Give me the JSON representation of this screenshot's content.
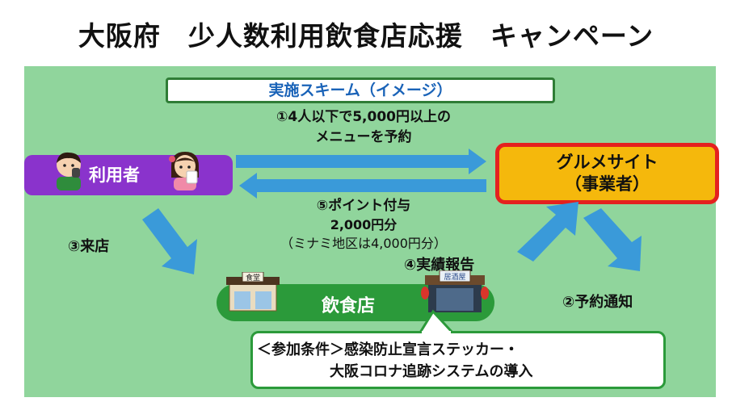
{
  "title": "大阪府　少人数利用飲食店応援　キャンペーン",
  "scheme_label": "実施スキーム（イメージ）",
  "step1": {
    "line1": "①4人以下で5,000円以上の",
    "line2": "メニューを予約"
  },
  "user_label": "利用者",
  "gourmet": {
    "line1": "グルメサイト",
    "line2": "（事業者）"
  },
  "step5": {
    "line1": "⑤ポイント付与",
    "line2": "2,000円分",
    "line3": "（ミナミ地区は4,000円分）"
  },
  "step3": "③来店",
  "step4": "④実績報告",
  "step2": "②予約通知",
  "restaurant_label": "飲食店",
  "shop_left_sign": "食堂",
  "shop_right_sign": "居酒屋",
  "condition": {
    "line1": "＜参加条件＞感染防止宣言ステッカー・",
    "line2": "大阪コロナ追跡システムの導入"
  },
  "colors": {
    "panel": "#90d59c",
    "arrow": "#3a9ad9",
    "user": "#8a33cc",
    "gourmet_fill": "#f5b80c",
    "gourmet_border": "#e4211f",
    "restaurant": "#2b9a3a",
    "scheme_text": "#1a63b8"
  }
}
